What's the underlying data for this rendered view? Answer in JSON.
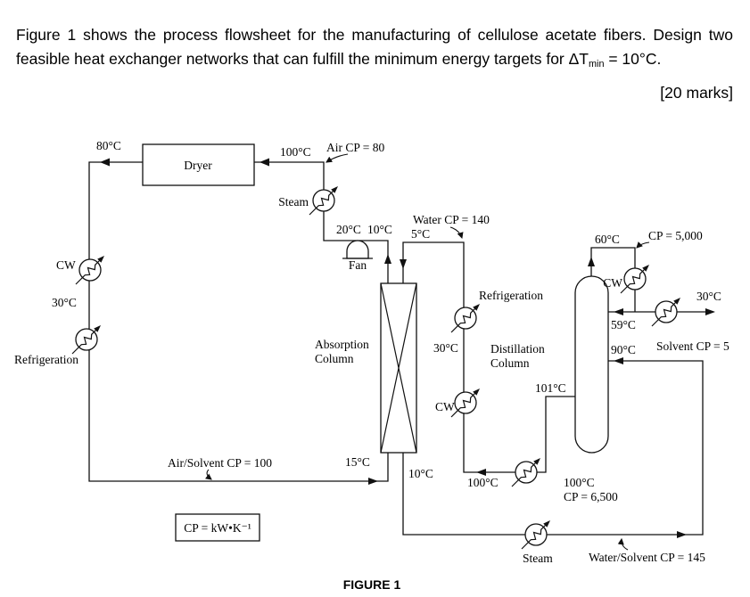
{
  "colors": {
    "ink": "#000000",
    "line": "#111111",
    "background": "#ffffff"
  },
  "question": {
    "text_before_subscript": "Figure 1 shows the process flowsheet for the manufacturing of cellulose acetate fibers. Design two feasible heat exchanger networks that can fulfill the minimum energy targets for ΔT",
    "subscript": "min",
    "text_after_subscript": " = 10°C.",
    "marks": "[20 marks]"
  },
  "figure": {
    "caption": "FIGURE 1",
    "units_note": "CP = kW•K⁻¹",
    "equipment": {
      "dryer": "Dryer",
      "fan": "Fan",
      "absorption_column": [
        "Absorption",
        "Column"
      ],
      "distillation_column": [
        "Distillation",
        "Column"
      ]
    },
    "utilities": {
      "steam_top": "Steam",
      "steam_bottom": "Steam",
      "cw_left": "CW",
      "cw_middle": "CW",
      "cw_right": "CW",
      "refrigeration_left": "Refrigeration",
      "refrigeration_middle": "Refrigeration"
    },
    "streams": {
      "air": "Air CP = 80",
      "water": "Water CP = 140",
      "air_solvent": "Air/Solvent CP = 100",
      "water_solvent": "Water/Solvent CP = 145",
      "solvent": "Solvent CP = 5",
      "distillate": "CP = 5,000",
      "bottoms": "CP = 6,500"
    },
    "temperatures": {
      "dryer_outlet": "80°C",
      "dryer_inlet": "100°C",
      "fan_outlet": "20°C",
      "absorber_gas_outlet": "10°C",
      "water_inlet": "5°C",
      "cw_left_outlet": "30°C",
      "absorber_gas_inlet": "15°C",
      "absorber_liquid_outlet": "10°C",
      "recycle_middle": "30°C",
      "distillation_overhead": "60°C",
      "solvent_product": "30°C",
      "reflux": "59°C",
      "column_feed": "90°C",
      "distillation_bottom": "101°C",
      "bottoms_after_exchanger": "100°C",
      "bottoms_before_exchanger": "100°C"
    }
  }
}
